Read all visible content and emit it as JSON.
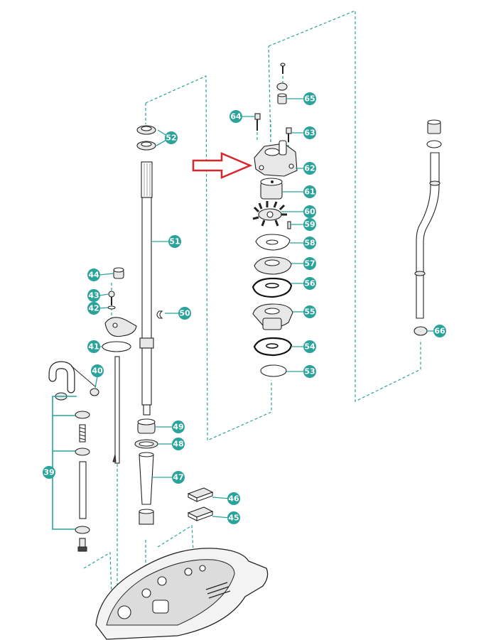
{
  "diagram": {
    "callouts": [
      {
        "id": "c52",
        "label": "52"
      },
      {
        "id": "c51",
        "label": "51"
      },
      {
        "id": "c50",
        "label": "50"
      },
      {
        "id": "c49",
        "label": "49"
      },
      {
        "id": "c48",
        "label": "48"
      },
      {
        "id": "c47",
        "label": "47"
      },
      {
        "id": "c46",
        "label": "46"
      },
      {
        "id": "c45",
        "label": "45"
      },
      {
        "id": "c44",
        "label": "44"
      },
      {
        "id": "c43",
        "label": "43"
      },
      {
        "id": "c42",
        "label": "42"
      },
      {
        "id": "c41",
        "label": "41"
      },
      {
        "id": "c40",
        "label": "40"
      },
      {
        "id": "c39",
        "label": "39"
      },
      {
        "id": "c53",
        "label": "53"
      },
      {
        "id": "c54",
        "label": "54"
      },
      {
        "id": "c55",
        "label": "55"
      },
      {
        "id": "c56",
        "label": "56"
      },
      {
        "id": "c57",
        "label": "57"
      },
      {
        "id": "c58",
        "label": "58"
      },
      {
        "id": "c59",
        "label": "59"
      },
      {
        "id": "c60",
        "label": "60"
      },
      {
        "id": "c61",
        "label": "61"
      },
      {
        "id": "c62",
        "label": "62"
      },
      {
        "id": "c63",
        "label": "63"
      },
      {
        "id": "c64",
        "label": "64"
      },
      {
        "id": "c65",
        "label": "65"
      },
      {
        "id": "c66",
        "label": "66"
      }
    ],
    "highlight_arrow": {
      "color": "#d9262b",
      "target": "62"
    },
    "colors": {
      "callout": "#2aa39a",
      "leader": "#2aa39a",
      "outline": "#222222"
    }
  }
}
